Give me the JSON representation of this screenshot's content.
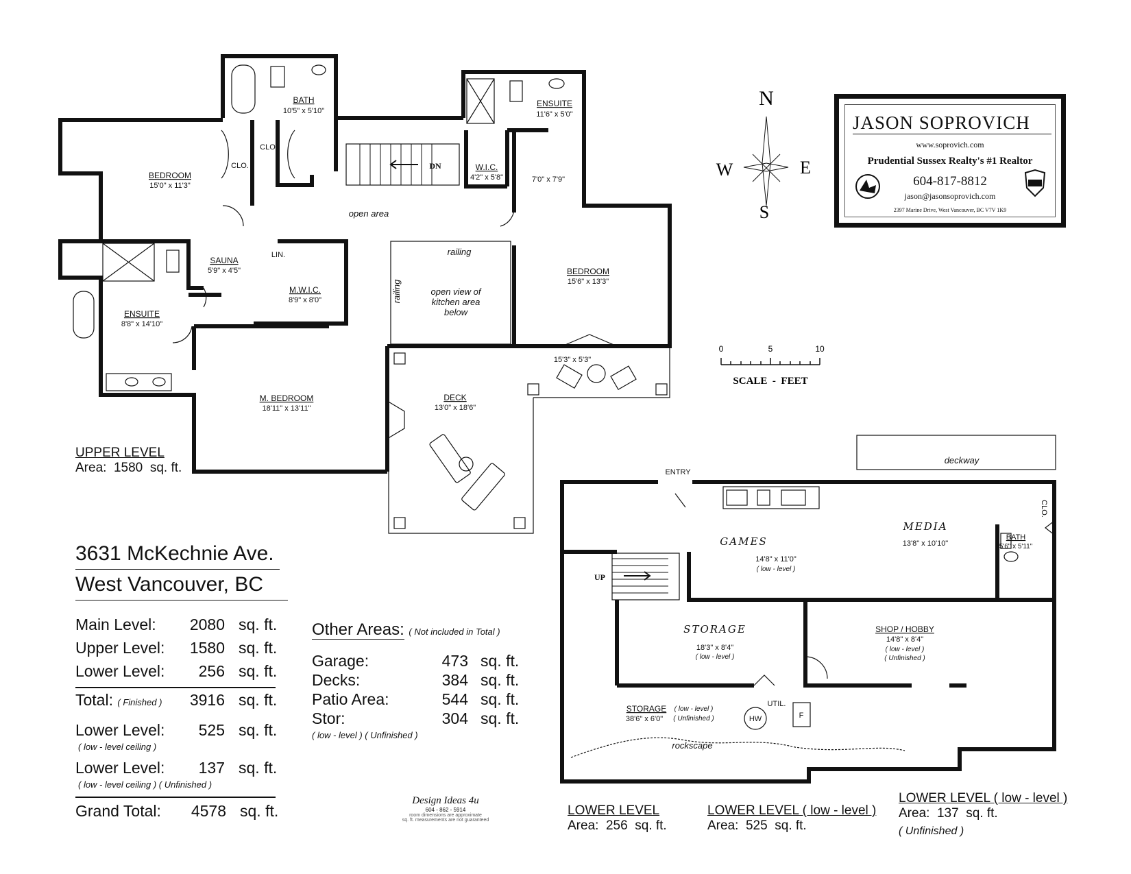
{
  "rooms": {
    "bath_upper": {
      "name": "BATH",
      "dims": "10'5\" x 5'10\""
    },
    "ensuite_ne": {
      "name": "ENSUITE",
      "dims": "11'6\" x 5'0\""
    },
    "bedroom_w": {
      "name": "BEDROOM",
      "dims": "15'0\" x 11'3\""
    },
    "clo1": "CLO.",
    "clo2": "CLO.",
    "wic_small": {
      "name": "W.I.C.",
      "dims": "4'2\" x 5'8\""
    },
    "hall_dims": "7'0\" x 7'9\"",
    "dn": "DN",
    "open_area": "open area",
    "railing_top": "railing",
    "railing_side": "railing",
    "open_view_1": "open view of",
    "open_view_2": "kitchen area",
    "open_view_3": "below",
    "sauna": {
      "name": "SAUNA",
      "dims": "5'9\" x 4'5\""
    },
    "lin": "LIN.",
    "mwic": {
      "name": "M.W.I.C.",
      "dims": "8'9\" x 8'0\""
    },
    "ensuite_w": {
      "name": "ENSUITE",
      "dims": "8'8\" x 14'10\""
    },
    "bedroom_e": {
      "name": "BEDROOM",
      "dims": "15'6\" x 13'3\""
    },
    "mbedroom": {
      "name": "M. BEDROOM",
      "dims": "18'11\" x 13'11\""
    },
    "deck": {
      "name": "DECK",
      "dims": "13'0\" x 18'6\""
    },
    "deck2_dims": "15'3\" x 5'3\"",
    "deckway": "deckway",
    "entry": "ENTRY",
    "games": {
      "name": "GAMES",
      "dims": "14'8\" x 11'0\"",
      "note": "( low - level )"
    },
    "media": {
      "name": "MEDIA",
      "dims": "13'8\" x 10'10\""
    },
    "bath_lower": {
      "name": "BATH",
      "dims": "5'6\" x 5'11\""
    },
    "clo_lower": "CLO.",
    "up": "UP",
    "storage_mid": {
      "name": "STORAGE",
      "dims": "18'3\" x 8'4\"",
      "note": "( low - level )"
    },
    "shop": {
      "name": "SHOP / HOBBY",
      "dims": "14'8\" x 8'4\"",
      "note1": "( low - level )",
      "note2": "( Unfinished )"
    },
    "storage_low": {
      "name": "STORAGE",
      "note1": "( low - level )",
      "dims": "38'6\" x 6'0\"",
      "note2": "( Unfinished )"
    },
    "util": "UTIL.",
    "hw": "HW",
    "f": "F",
    "rockscape": "rockscape"
  },
  "compass": {
    "n": "N",
    "s": "S",
    "e": "E",
    "w": "W"
  },
  "scale": {
    "t0": "0",
    "t5": "5",
    "t10": "10",
    "label": "SCALE  -  FEET"
  },
  "realtor": {
    "name": "JASON SOPROVICH",
    "web": "www.soprovich.com",
    "tagline": "Prudential Sussex Realty's #1 Realtor",
    "phone": "604-817-8812",
    "email": "jason@jasonsoprovich.com",
    "address": "2397 Marine Drive, West Vancouver, BC  V7V 1K9"
  },
  "levels": {
    "upper": {
      "title": "UPPER LEVEL",
      "area_label": "Area:",
      "area": "1580",
      "unit": "sq. ft."
    },
    "lower": {
      "title": "LOWER LEVEL",
      "area_label": "Area:",
      "area": "256",
      "unit": "sq. ft."
    },
    "lower_low": {
      "title": "LOWER LEVEL ( low - level )",
      "area_label": "Area:",
      "area": "525",
      "unit": "sq. ft."
    },
    "lower_unf": {
      "title": "LOWER LEVEL ( low - level )",
      "area_label": "Area:",
      "area": "137",
      "unit": "sq. ft.",
      "note": "( Unfinished )"
    }
  },
  "address": {
    "line1": "3631 McKechnie Ave.",
    "line2": "West  Vancouver, BC"
  },
  "areas": {
    "main": {
      "label": "Main Level:",
      "value": "2080",
      "unit": "sq. ft."
    },
    "upper": {
      "label": "Upper Level:",
      "value": "1580",
      "unit": "sq. ft."
    },
    "lower": {
      "label": "Lower Level:",
      "value": "256",
      "unit": "sq. ft."
    },
    "total": {
      "label": "Total:",
      "note": "( Finished )",
      "value": "3916",
      "unit": "sq. ft."
    },
    "lower_low": {
      "label": "Lower Level:",
      "value": "525",
      "unit": "sq. ft.",
      "note": "( low - level ceiling )"
    },
    "lower_unf": {
      "label": "Lower Level:",
      "value": "137",
      "unit": "sq. ft.",
      "note": "( low - level ceiling )  ( Unfinished )"
    },
    "grand": {
      "label": "Grand Total:",
      "value": "4578",
      "unit": "sq. ft."
    }
  },
  "other": {
    "title": "Other Areas:",
    "note": "( Not included in Total )",
    "garage": {
      "label": "Garage:",
      "value": "473",
      "unit": "sq. ft."
    },
    "decks": {
      "label": "Decks:",
      "value": "384",
      "unit": "sq. ft."
    },
    "patio": {
      "label": "Patio Area:",
      "value": "544",
      "unit": "sq. ft."
    },
    "stor": {
      "label": "Stor:",
      "value": "304",
      "unit": "sq. ft."
    },
    "stor_note": "( low - level  )  ( Unfinished )"
  },
  "designer": {
    "name": "Design Ideas 4u",
    "phone": "604 - 862 - 5914",
    "note1": "room dimensions are approximate",
    "note2": "sq. ft. measurements are not guaranteed"
  }
}
